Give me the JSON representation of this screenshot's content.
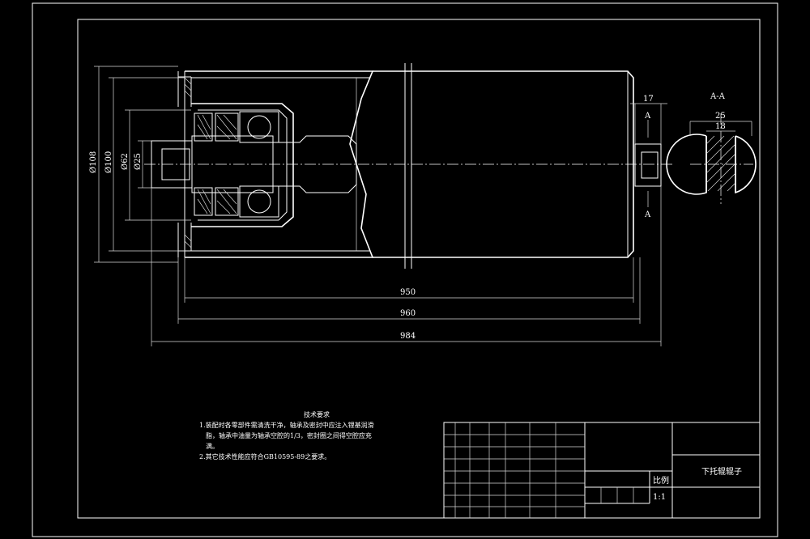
{
  "dimensions": {
    "d108": "Ø108",
    "d100": "Ø100",
    "d62": "Ø62",
    "d25": "Ø25",
    "len950": "950",
    "len960": "960",
    "len984": "984",
    "w17": "17",
    "w25": "25",
    "w18": "18"
  },
  "section": {
    "title": "A-A",
    "mark_top": "A",
    "mark_bottom": "A"
  },
  "tech_notes": {
    "title": "技术要求",
    "line1": "1.装配时各零部件需清洗干净，轴承及密封中应注入锂基润滑",
    "line2": "脂，轴承中油量为轴承空腔的1/3，密封圈之间得空腔应充",
    "line3": "满。",
    "line4": "2.其它技术性能应符合GB10595-89之要求。"
  },
  "title_block": {
    "part_name": "下托辊辊子",
    "scale_label": "比例",
    "scale_value": "1:1"
  }
}
